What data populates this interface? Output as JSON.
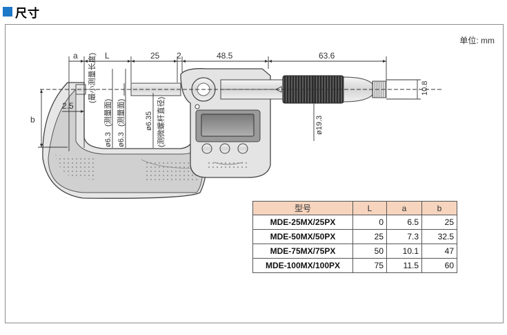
{
  "header": {
    "title": "尺寸",
    "accent_color": "#1e78c8"
  },
  "unit_label": "单位: mm",
  "dimensions": {
    "a": "a",
    "L": "L",
    "d25": "25",
    "d2": "2",
    "d48_5": "48.5",
    "d63_6": "63.6",
    "d2_5": "2.5",
    "b": "b",
    "d10_8": "10.8",
    "d19_3": "ø19.3",
    "anvil_dia": "ø6.3",
    "anvil_note": "(测量面)",
    "spindle_dia": "ø6.3",
    "spindle_note": "(测量面)",
    "screw_dia": "ø6.35",
    "screw_note": "(测微螺杆直径)",
    "min_len_note": "(最小测量长度)"
  },
  "spec_table": {
    "headers": [
      "型号",
      "L",
      "a",
      "b"
    ],
    "rows": [
      [
        "MDE-25MX/25PX",
        "0",
        "6.5",
        "25"
      ],
      [
        "MDE-50MX/50PX",
        "25",
        "7.3",
        "32.5"
      ],
      [
        "MDE-75MX/75PX",
        "50",
        "10.1",
        "47"
      ],
      [
        "MDE-100MX/100PX",
        "75",
        "11.5",
        "60"
      ]
    ]
  }
}
